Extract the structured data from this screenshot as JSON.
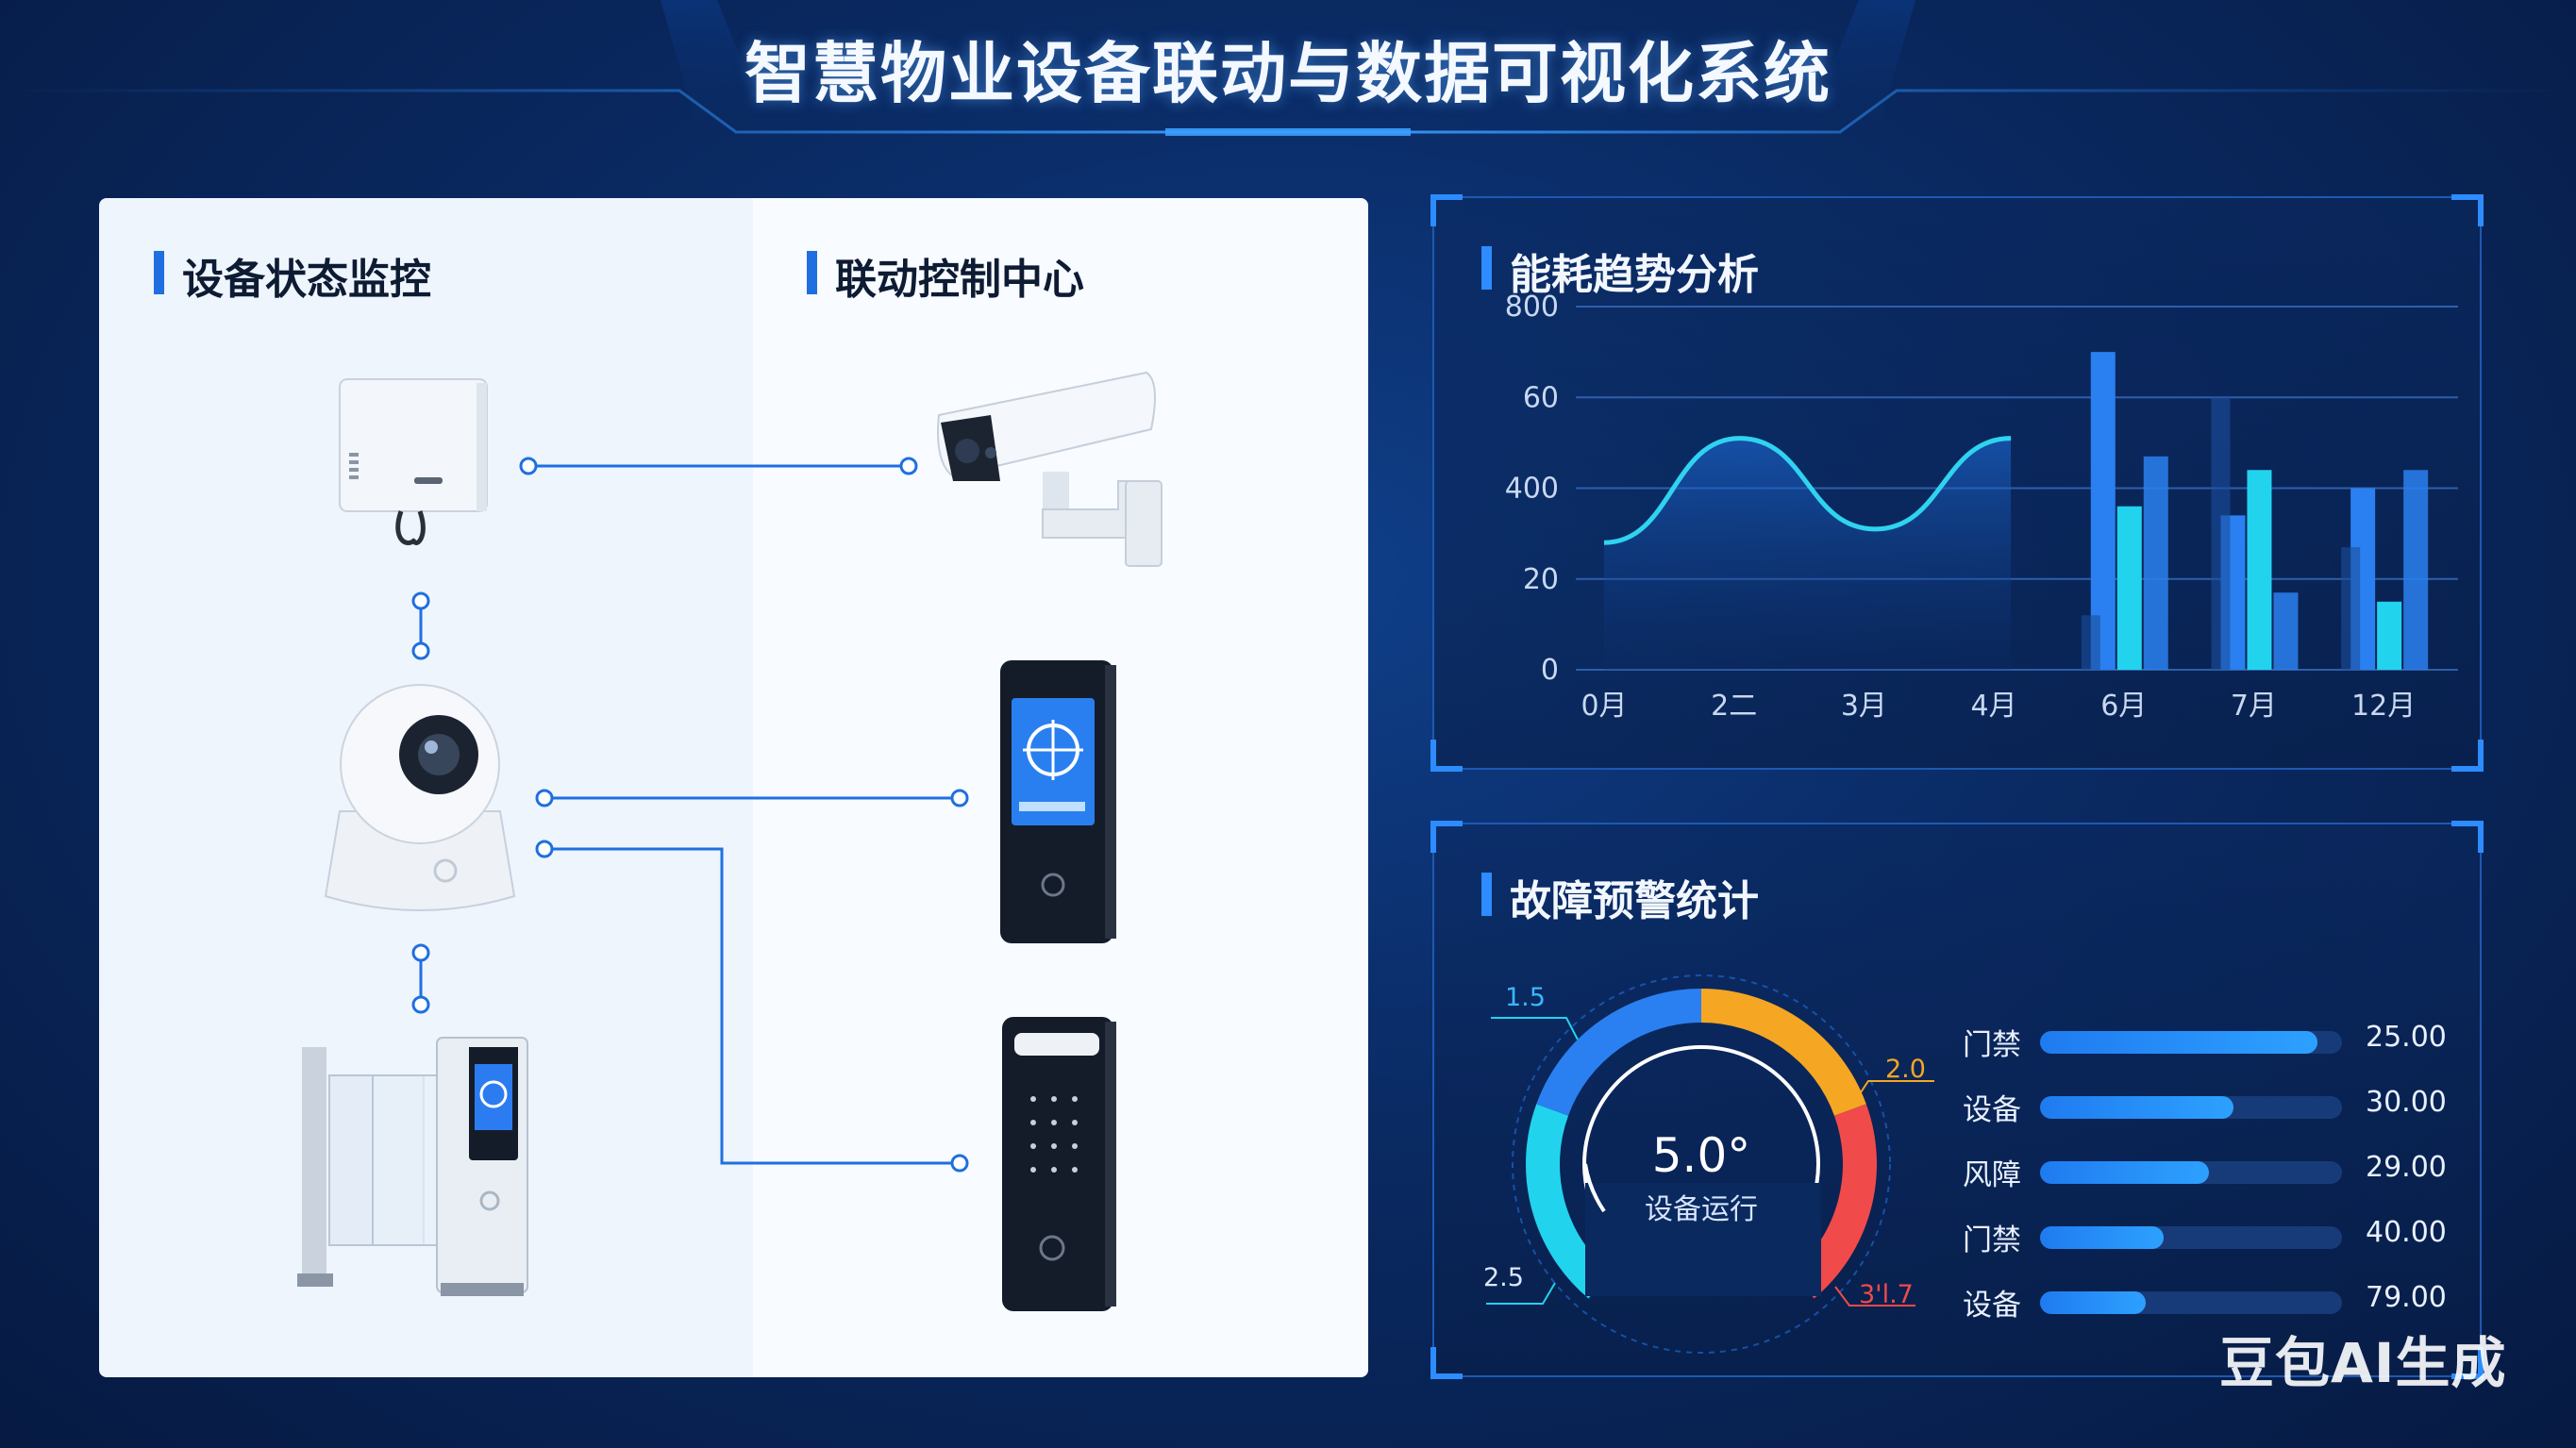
{
  "header": {
    "title": "智慧物业设备联动与数据可视化系统"
  },
  "left_panel": {
    "monitor_title": "设备状态监控",
    "control_title": "联动控制中心",
    "monitor_devices": [
      "sensor-box-icon",
      "dome-camera-icon",
      "turnstile-gate-icon"
    ],
    "control_devices": [
      "bullet-camera-icon",
      "face-recognition-terminal-icon",
      "keypad-access-reader-icon"
    ],
    "accent": "#1f6fe0"
  },
  "energy_panel": {
    "title": "能耗趋势分析"
  },
  "chart_data": {
    "type": "bar",
    "categories": [
      "0月",
      "2二",
      "3月",
      "4月",
      "6月",
      "7月",
      "12月"
    ],
    "y_tick_labels": [
      "0",
      "20",
      "400",
      "60",
      "800"
    ],
    "line_series": {
      "x_range": [
        "0月",
        "4月"
      ],
      "values": [
        28,
        51,
        31,
        51
      ]
    },
    "series": [
      {
        "values": [
          null,
          null,
          null,
          null,
          70,
          34,
          40
        ]
      },
      {
        "values": [
          null,
          null,
          null,
          null,
          36,
          44,
          15
        ]
      },
      {
        "values": [
          null,
          null,
          null,
          null,
          47,
          17,
          44
        ]
      }
    ],
    "ylim": [
      0,
      80
    ],
    "grid": true,
    "colors": {
      "bar_blue": "#2a80f0",
      "bar_cyan": "#22d3ee",
      "line": "#2fd3f0"
    }
  },
  "fault_panel": {
    "title": "故障预警统计",
    "gauge": {
      "value": "5.0°",
      "caption": "设备运行",
      "ticks": {
        "top_left": "1.5",
        "top_right": "2.0",
        "bottom_left": "2.5",
        "bottom_right": "3'l.7"
      },
      "segments": [
        {
          "color": "#22d3ee",
          "fraction": 0.25
        },
        {
          "color": "#2a80f0",
          "fraction": 0.25
        },
        {
          "color": "#f5a623",
          "fraction": 0.25
        },
        {
          "color": "#f04a4a",
          "fraction": 0.25
        }
      ]
    },
    "rows": [
      {
        "name": "门禁",
        "value": "25.00",
        "fill": 0.92
      },
      {
        "name": "设备",
        "value": "30.00",
        "fill": 0.64
      },
      {
        "name": "风障",
        "value": "29.00",
        "fill": 0.56
      },
      {
        "name": "门禁",
        "value": "40.00",
        "fill": 0.41
      },
      {
        "name": "设备",
        "value": "79.00",
        "fill": 0.35
      }
    ]
  },
  "watermark": "豆包AI生成"
}
